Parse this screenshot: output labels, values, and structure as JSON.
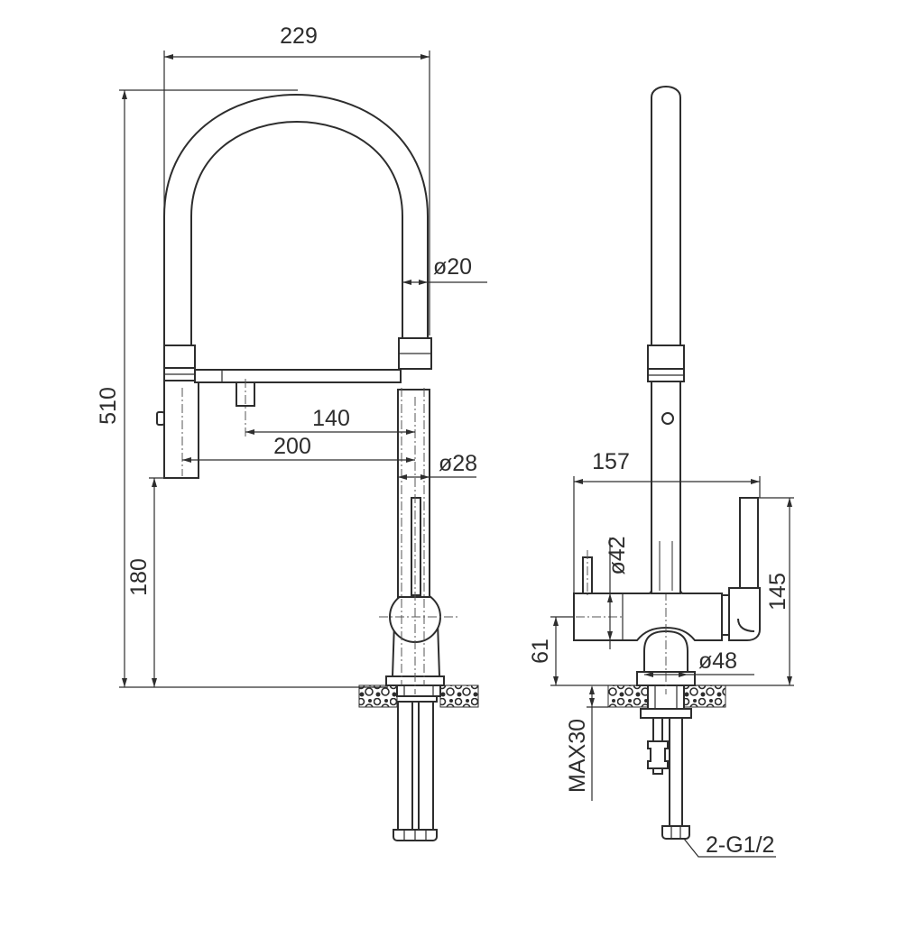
{
  "front_view": {
    "dim_width": "229",
    "dim_height": "510",
    "dim_spout_outer": "200",
    "dim_spout_inner": "140",
    "dim_hose_diameter": "ø20",
    "dim_body_diameter": "ø28",
    "dim_sprayer_height": "180"
  },
  "side_view": {
    "dim_depth": "157",
    "dim_base_diameter": "ø42",
    "dim_body_diameter": "ø48",
    "dim_lever_height": "145",
    "dim_base_height": "61",
    "dim_max_thickness": "MAX30",
    "dim_connection": "2-G1/2"
  }
}
